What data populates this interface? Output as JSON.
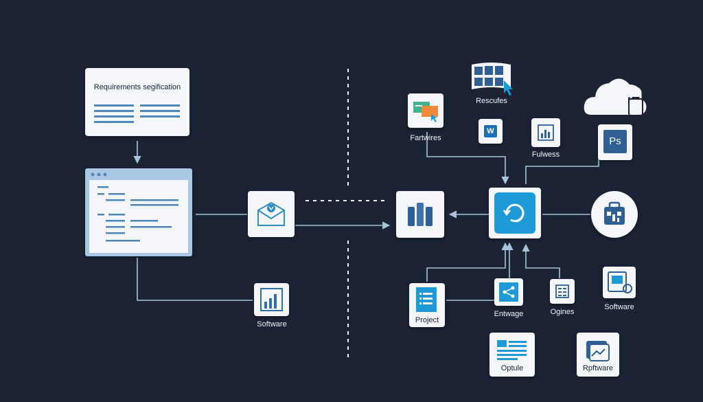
{
  "diagram": {
    "requirements_title": "Requirements segification",
    "labels": {
      "software_bottom": "Software",
      "resources": "Rescufes",
      "fartwires": "Fartwires",
      "fulwess": "Fulwess",
      "project": "Project",
      "entwage": "Entwage",
      "ogines": "Ogines",
      "software_right": "Software",
      "optule": "Optule",
      "rpftware": "Rpftware"
    },
    "icons": {
      "word_glyph": "W",
      "ps_glyph": "Ps"
    }
  },
  "colors": {
    "background": "#1b2335",
    "card": "#f4f6f9",
    "accent_blue": "#1e9bd7",
    "line": "#a9c4da",
    "dark_blue": "#2f5f93"
  }
}
